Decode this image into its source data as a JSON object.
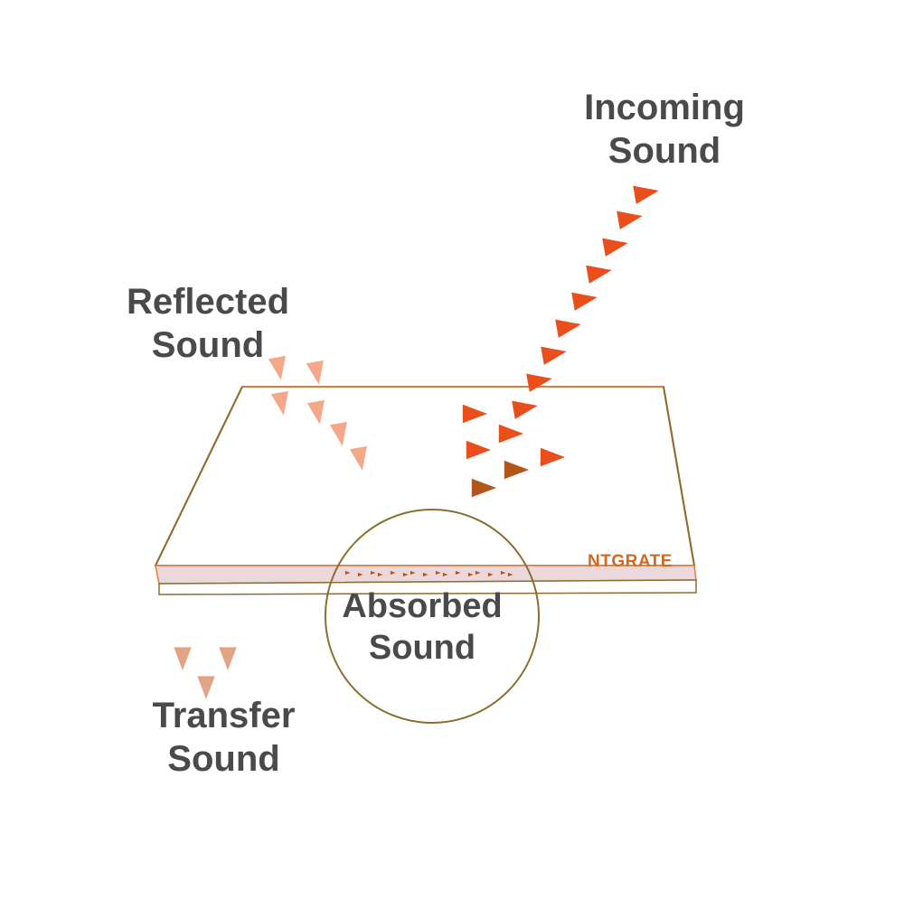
{
  "labels": {
    "incoming": [
      "Incoming",
      "Sound"
    ],
    "reflected": [
      "Reflected",
      "Sound"
    ],
    "absorbed": [
      "Absorbed",
      "Sound"
    ],
    "transfer": [
      "Transfer",
      "Sound"
    ]
  },
  "brand": "NTGRATE",
  "colors": {
    "text": "#4a4a4d",
    "incoming": "#e94e1b",
    "incoming_dark": "#b3561c",
    "reflected": "#f5a889",
    "transfer": "#e3a485",
    "panel_outline": "#e07b3c",
    "panel_edge": "#8b6d2e",
    "panel_layer": "#ead8dc",
    "circle": "#8b6d2e",
    "brand": "#d2691e"
  }
}
